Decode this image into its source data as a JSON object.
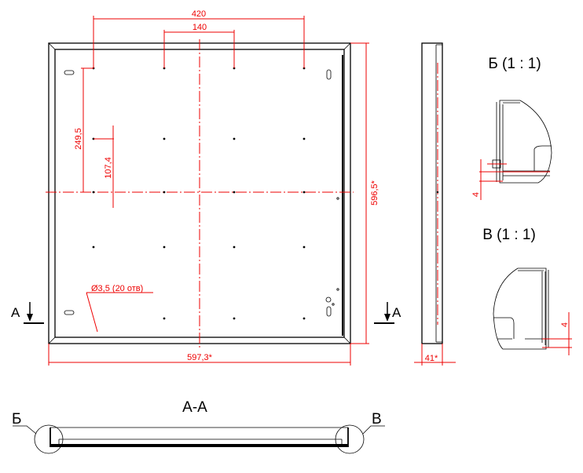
{
  "colors": {
    "dimension": "#e00000",
    "outline": "#000000"
  },
  "main_view": {
    "dims": {
      "top_outer": "420",
      "top_inner": "140",
      "vertical_left": "249,5",
      "vertical_inner": "107,4",
      "height": "596,5*",
      "width": "597,3*"
    },
    "hole_note": "Ø3,5 (20 отв)",
    "section_mark": "A"
  },
  "side_view": {
    "depth": "41*"
  },
  "detail_b": {
    "title": "Б  (1 : 1)",
    "dim": "4"
  },
  "detail_v": {
    "title": "В  (1 : 1)",
    "dim": "4"
  },
  "section": {
    "title": "A-A",
    "left_callout": "Б",
    "right_callout": "В"
  }
}
